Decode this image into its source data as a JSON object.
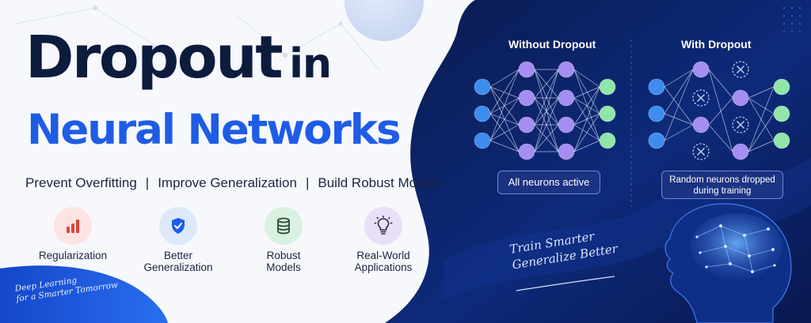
{
  "title": {
    "line1": "Dropout",
    "line1_in": "in",
    "line2": "Neural Networks"
  },
  "taglines": [
    "Prevent Overfitting",
    "Improve Generalization",
    "Build Robust Models"
  ],
  "features": [
    {
      "label": "Regularization",
      "icon": "bar-chart-icon",
      "color": "#d9463b",
      "bg": "#fde3e1"
    },
    {
      "label": "Better\nGeneralization",
      "icon": "shield-check-icon",
      "color": "#1f5ce6",
      "bg": "#dde8fb"
    },
    {
      "label": "Robust\nModels",
      "icon": "database-icon",
      "color": "#2f7a4f",
      "bg": "#d9f1e1"
    },
    {
      "label": "Real-World\nApplications",
      "icon": "lightbulb-icon",
      "color": "#5a3fa6",
      "bg": "#e8e0f8"
    }
  ],
  "script_left": "Deep Learning\nfor a Smarter Tomorrow",
  "without_dropout": {
    "title": "Without Dropout",
    "caption": "All neurons active"
  },
  "with_dropout": {
    "title": "With Dropout",
    "caption": "Random neurons dropped\nduring training"
  },
  "script_right": "Train Smarter\nGeneralize Better",
  "colors": {
    "navy": "#0d1b3d",
    "blue": "#1f5ce6",
    "panel": "#0b1e57",
    "neuron_input": "#3d8cf0",
    "neuron_hidden": "#a58df2",
    "neuron_output": "#8fe6a8"
  }
}
